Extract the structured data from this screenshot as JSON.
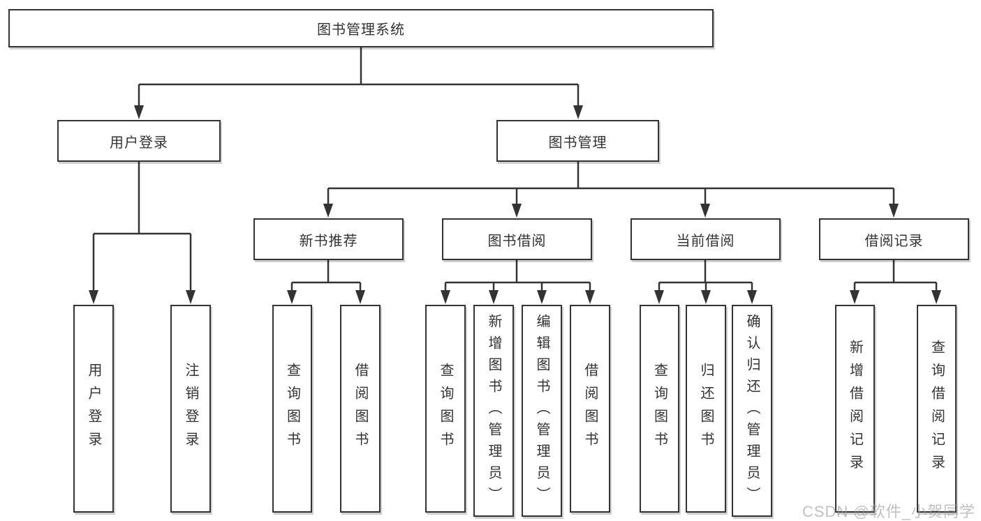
{
  "colors": {
    "line": "#333333",
    "text": "#333333",
    "box_bg": "#ffffff",
    "watermark": "#9a9a9a"
  },
  "watermark": {
    "text": "CSDN @软件_小贺同学"
  },
  "tree": {
    "root": {
      "label": "图书管理系统",
      "children": [
        {
          "label": "用户登录",
          "children": [
            {
              "label": "用户登录"
            },
            {
              "label": "注销登录"
            }
          ]
        },
        {
          "label": "图书管理",
          "children": [
            {
              "label": "新书推荐",
              "children": [
                {
                  "label": "查询图书"
                },
                {
                  "label": "借阅图书"
                }
              ]
            },
            {
              "label": "图书借阅",
              "children": [
                {
                  "label": "查询图书"
                },
                {
                  "label": "新增图书（管理员）"
                },
                {
                  "label": "编辑图书（管理员）"
                },
                {
                  "label": "借阅图书"
                }
              ]
            },
            {
              "label": "当前借阅",
              "children": [
                {
                  "label": "查询图书"
                },
                {
                  "label": "归还图书"
                },
                {
                  "label": "确认归还（管理员）"
                }
              ]
            },
            {
              "label": "借阅记录",
              "children": [
                {
                  "label": "新增借阅记录"
                },
                {
                  "label": "查询借阅记录"
                }
              ]
            }
          ]
        }
      ]
    }
  }
}
